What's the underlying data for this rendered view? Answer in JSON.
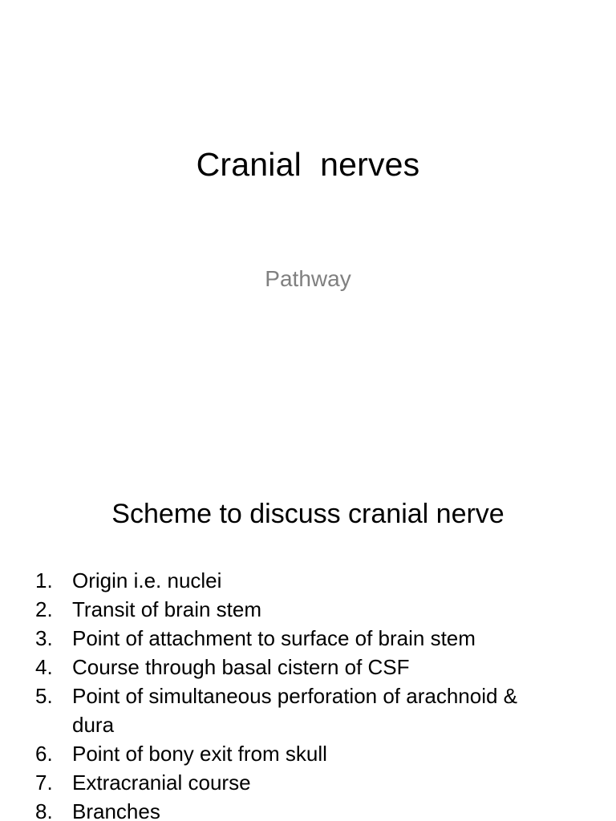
{
  "slide": {
    "background_color": "#ffffff",
    "text_color": "#000000",
    "subtitle_color": "#808080",
    "title": "Cranial  nerves",
    "subtitle": "Pathway"
  },
  "section": {
    "heading": "Scheme to discuss cranial nerve",
    "items": [
      {
        "number": "1.",
        "text": "Origin i.e. nuclei"
      },
      {
        "number": "2.",
        "text": "Transit of brain stem"
      },
      {
        "number": "3.",
        "text": "Point of attachment to surface of brain stem"
      },
      {
        "number": "4.",
        "text": "Course through basal cistern of CSF"
      },
      {
        "number": "5.",
        "text": "Point of simultaneous perforation of arachnoid & dura"
      },
      {
        "number": "6.",
        "text": "Point of bony exit from skull"
      },
      {
        "number": "7.",
        "text": "Extracranial course"
      },
      {
        "number": "8.",
        "text": "Branches"
      }
    ]
  }
}
